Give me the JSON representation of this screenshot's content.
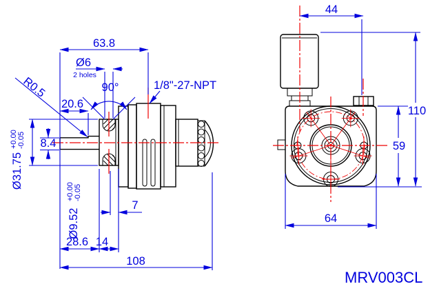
{
  "label": "MRV003CL",
  "colors": {
    "dimension": "#0000dd",
    "centerline": "#ee0000",
    "outline": "#000000",
    "background": "#ffffff"
  },
  "side_view": {
    "dims": {
      "overall_length": "108",
      "length_to_port": "63.8",
      "shaft_flat_length": "20.6",
      "shaft_end_to_flange": "28.6",
      "flange_thickness": "14",
      "hole_offset": "7",
      "shaft_flat": "8.4",
      "hole_dia": "Ø6",
      "hole_note": "2 holes",
      "hole_angle": "90°",
      "fillet": "R0.5",
      "port_thread": "1/8\"-27-NPT",
      "pilot_dia": "Ø31.75",
      "pilot_tol_plus": "+0.00",
      "pilot_tol_minus": "-0.05",
      "shaft_dia": "Ø9.52",
      "shaft_tol_plus": "+0.00",
      "shaft_tol_minus": "-0.05"
    }
  },
  "front_view": {
    "dims": {
      "muffler_offset": "44",
      "overall_height": "110",
      "body_height": "59",
      "body_width": "64"
    }
  }
}
